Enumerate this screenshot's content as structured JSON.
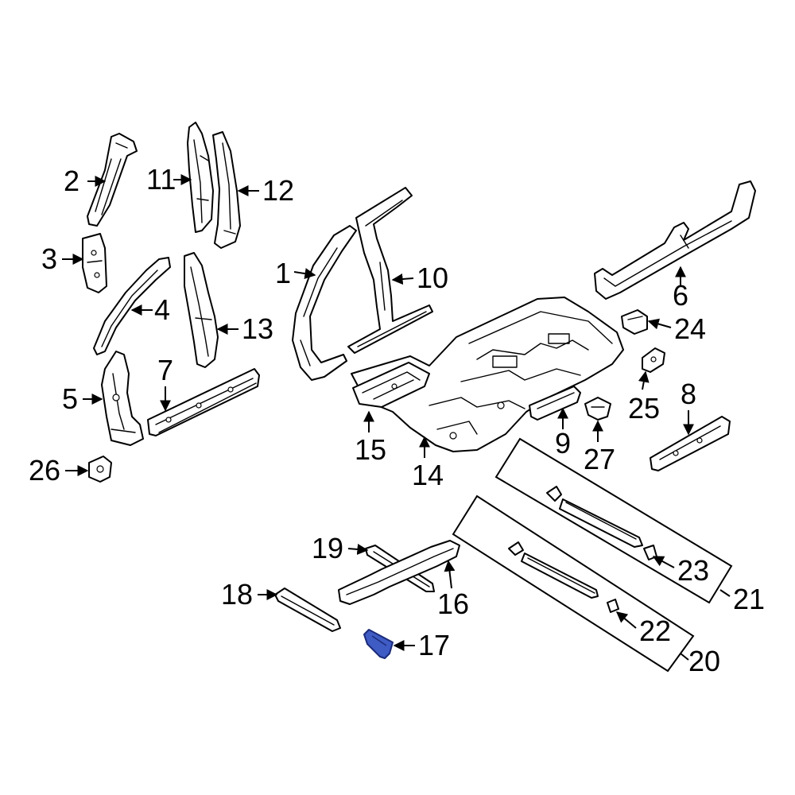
{
  "accent_color": "#3f5bc4",
  "highlighted_part": "17",
  "callouts": {
    "c1": "1",
    "c2": "2",
    "c3": "3",
    "c4": "4",
    "c5": "5",
    "c6": "6",
    "c7": "7",
    "c8": "8",
    "c9": "9",
    "c10": "10",
    "c11": "11",
    "c12": "12",
    "c13": "13",
    "c14": "14",
    "c15": "15",
    "c16": "16",
    "c17": "17",
    "c18": "18",
    "c19": "19",
    "c20": "20",
    "c21": "21",
    "c22": "22",
    "c23": "23",
    "c24": "24",
    "c25": "25",
    "c26": "26",
    "c27": "27"
  }
}
